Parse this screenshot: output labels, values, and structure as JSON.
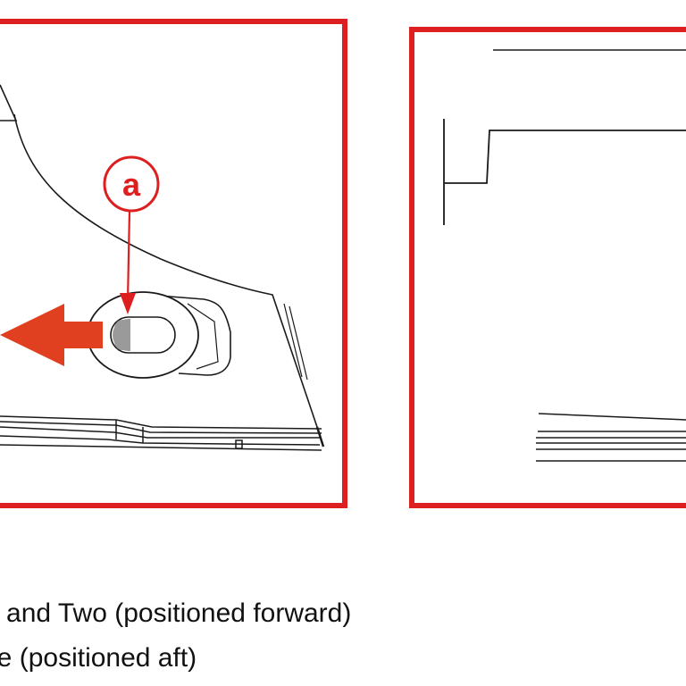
{
  "diagram": {
    "callout_label": "a",
    "colors": {
      "frame": "#dd1f1f",
      "callout": "#dd1f1f",
      "arrow": "#e0401f",
      "line_art": "#1a1a1a",
      "slot_fill": "#9a9a9a"
    }
  },
  "captions": {
    "line1": "e and Two (positioned forward)",
    "line2": "ee (positioned aft)"
  }
}
